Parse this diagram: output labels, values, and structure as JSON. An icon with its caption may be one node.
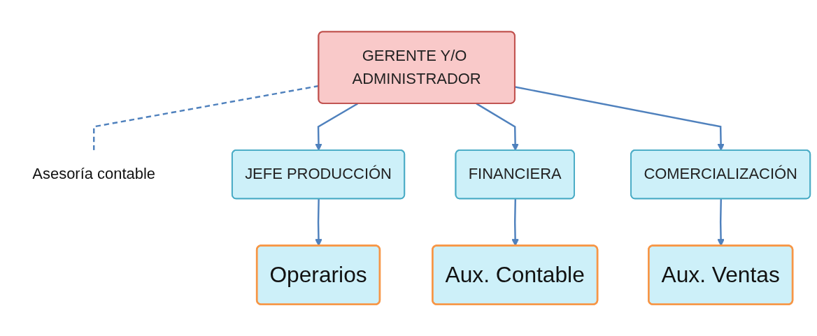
{
  "diagram": {
    "nodes": [
      {
        "text": [
          "GERENTE Y/O ADMINISTRADOR"
        ]
      },
      {
        "text": [
          "Asesoría contable"
        ]
      },
      {
        "text": [
          "JEFE PRODUCCIÓN"
        ]
      },
      {
        "text": [
          "FINANCIERA"
        ]
      },
      {
        "text": [
          "COMERCIALIZACIÓN"
        ]
      },
      {
        "text": [
          "Operarios"
        ]
      },
      {
        "text": [
          "Aux. Contable"
        ]
      },
      {
        "text": [
          "Aux. Ventas"
        ]
      }
    ],
    "edges": [
      {
        "from": 0,
        "to": 1,
        "arrow": "none",
        "style": "dashed"
      },
      {
        "from": 0,
        "to": 2,
        "arrow": "to"
      },
      {
        "from": 0,
        "to": 3,
        "arrow": "to"
      },
      {
        "from": 0,
        "to": 4,
        "arrow": "to"
      },
      {
        "from": 2,
        "to": 5,
        "arrow": "to"
      },
      {
        "from": 3,
        "to": 6,
        "arrow": "to"
      },
      {
        "from": 4,
        "to": 7,
        "arrow": "to"
      }
    ]
  }
}
